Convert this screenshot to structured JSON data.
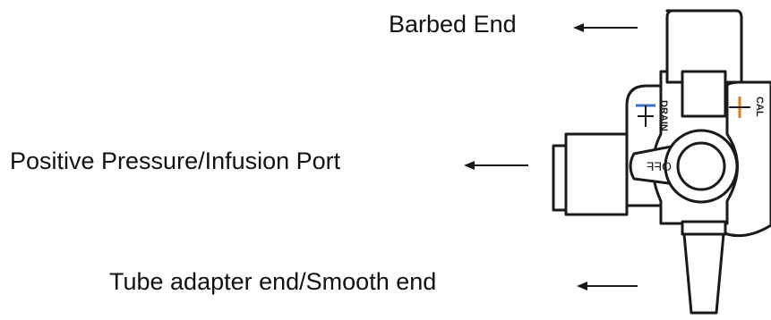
{
  "labels": {
    "barbed_end": "Barbed End",
    "infusion_port": "Positive Pressure/Infusion Port",
    "tube_end": "Tube adapter end/Smooth end"
  },
  "valve": {
    "drain_text": "DRAIN",
    "cal_text": "CAL",
    "off_text": "OFF"
  },
  "colors": {
    "outline": "#1a1a1a",
    "drain_accent": "#3a6fc4",
    "cal_accent": "#e07a1f"
  }
}
